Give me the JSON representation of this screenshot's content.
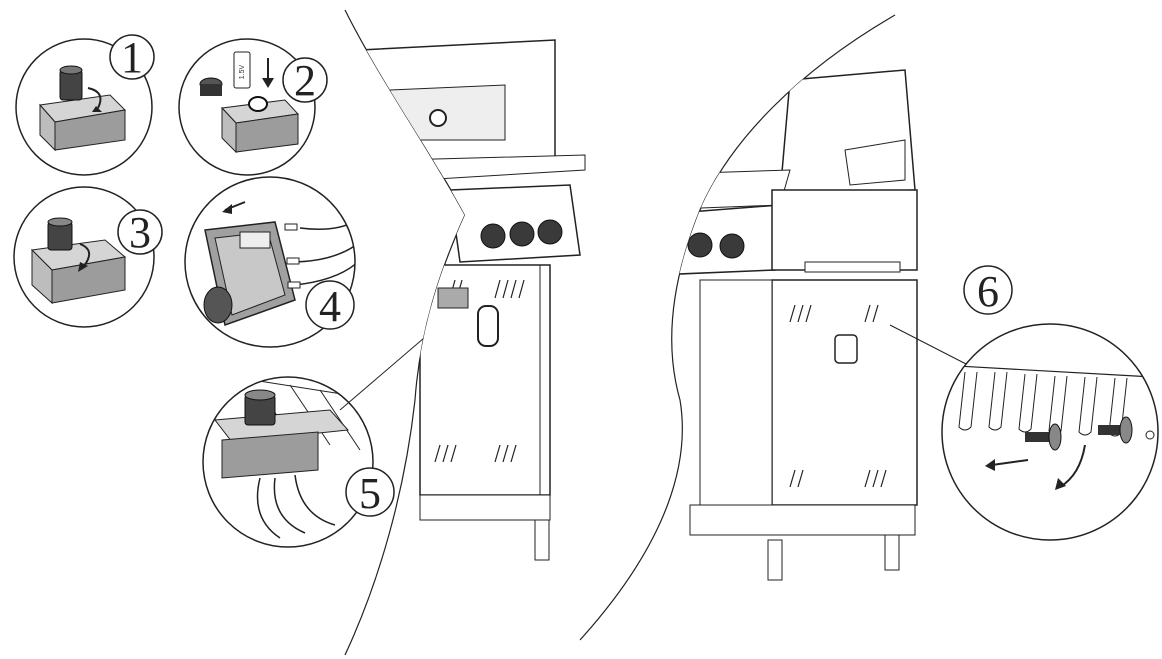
{
  "colors": {
    "line": "#222222",
    "steel_light": "#d9d9d9",
    "steel_mid": "#a8a8a8",
    "steel_dark": "#6e6e6e",
    "knob": "#3a3a3a"
  },
  "steps": [
    {
      "number": "1",
      "icon": "igniter-cap-unscrew-icon"
    },
    {
      "number": "2",
      "icon": "battery-insert-icon"
    },
    {
      "number": "3",
      "icon": "igniter-cap-screw-icon"
    },
    {
      "number": "4",
      "icon": "igniter-wires-connect-icon"
    },
    {
      "number": "5",
      "icon": "igniter-module-mounted-icon"
    },
    {
      "number": "6",
      "icon": "screw-fasten-icon"
    }
  ],
  "battery_label": "1.5V"
}
